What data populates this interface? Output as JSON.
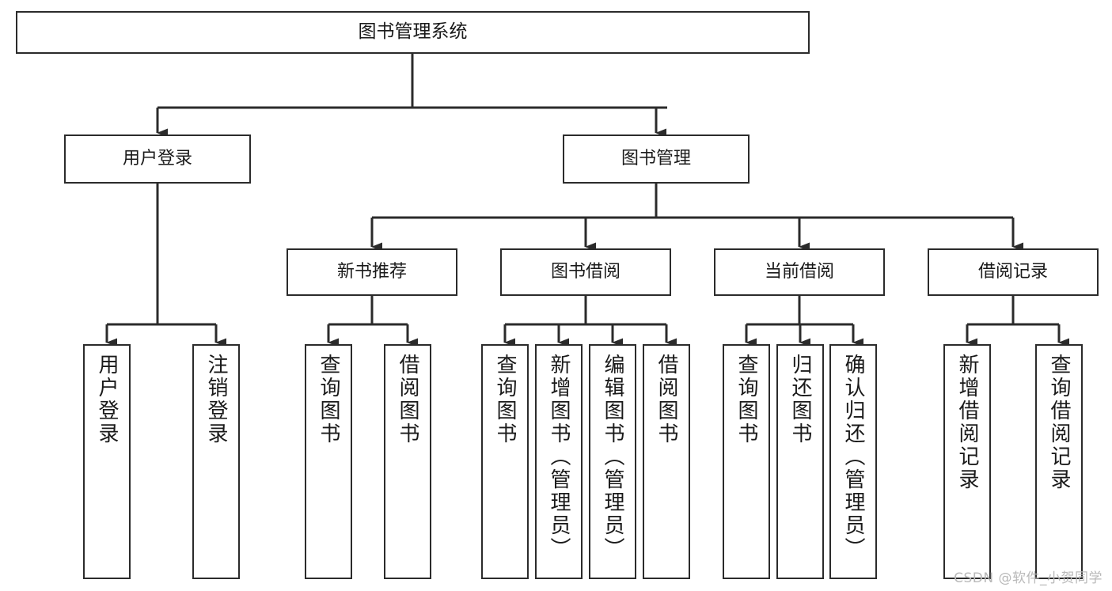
{
  "diagram": {
    "title": "图书管理系统",
    "type": "tree-hierarchy-flowchart",
    "colors": {
      "box_border": "#2b2b2b",
      "box_fill": "#ffffff",
      "connector": "#2b2b2b",
      "text": "#1a1a1a",
      "watermark": "#b9b9b9",
      "background": "#ffffff"
    },
    "root": {
      "label": "图书管理系统"
    },
    "level2": [
      {
        "label": "用户登录"
      },
      {
        "label": "图书管理"
      }
    ],
    "level3": [
      {
        "label": "新书推荐"
      },
      {
        "label": "图书借阅"
      },
      {
        "label": "当前借阅"
      },
      {
        "label": "借阅记录"
      }
    ],
    "leaves": {
      "user_login": [
        {
          "label": "用户登录"
        },
        {
          "label": "注销登录"
        }
      ],
      "new_book_recommend": [
        {
          "label": "查询图书"
        },
        {
          "label": "借阅图书"
        }
      ],
      "book_borrow": [
        {
          "label": "查询图书"
        },
        {
          "label": "新增图书（管理员）"
        },
        {
          "label": "编辑图书（管理员）"
        },
        {
          "label": "借阅图书"
        }
      ],
      "current_borrow": [
        {
          "label": "查询图书"
        },
        {
          "label": "归还图书"
        },
        {
          "label": "确认归还（管理员）"
        }
      ],
      "borrow_record": [
        {
          "label": "新增借阅记录"
        },
        {
          "label": "查询借阅记录"
        }
      ]
    },
    "watermark": "CSDN @软件_小贺同学"
  }
}
